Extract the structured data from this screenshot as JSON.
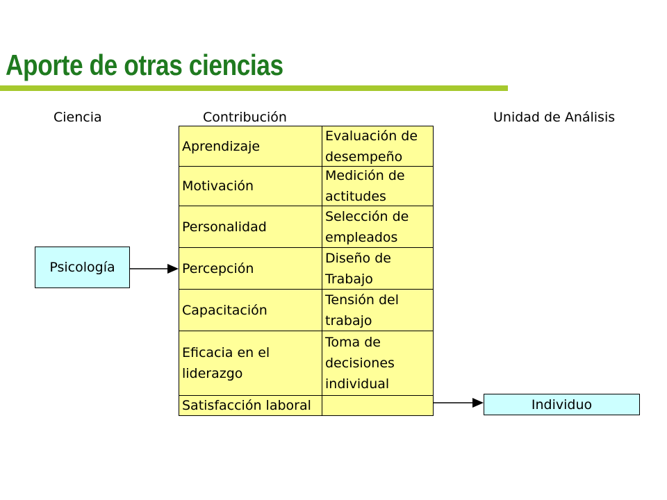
{
  "slide": {
    "title": "Aporte de otras ciencias"
  },
  "headers": {
    "ciencia": "Ciencia",
    "contribucion": "Contribución",
    "unidad": "Unidad de Análisis"
  },
  "ciencia_box": "Psicología",
  "unidad_box": "Individuo",
  "contributions": [
    {
      "left": [
        "Aprendizaje"
      ],
      "right": [
        "Evaluación de",
        "desempeño"
      ]
    },
    {
      "left": [
        "Motivación"
      ],
      "right": [
        "Medición de",
        "actitudes"
      ]
    },
    {
      "left": [
        "Personalidad"
      ],
      "right": [
        "Selección de",
        "empleados"
      ]
    },
    {
      "left": [
        "Percepción"
      ],
      "right": [
        "Diseño de",
        "Trabajo"
      ]
    },
    {
      "left": [
        "Capacitación"
      ],
      "right": [
        "Tensión del",
        "trabajo"
      ]
    },
    {
      "left": [
        "Eficacia en el",
        "liderazgo"
      ],
      "right": [
        "Toma de",
        "decisiones",
        "individual"
      ]
    },
    {
      "left": [
        "Satisfacción laboral"
      ],
      "right": []
    }
  ],
  "colors": {
    "title": "#1f7a1f",
    "rule": "#a6c92e",
    "table_fill": "#ffff99",
    "box_fill": "#ccffff"
  }
}
